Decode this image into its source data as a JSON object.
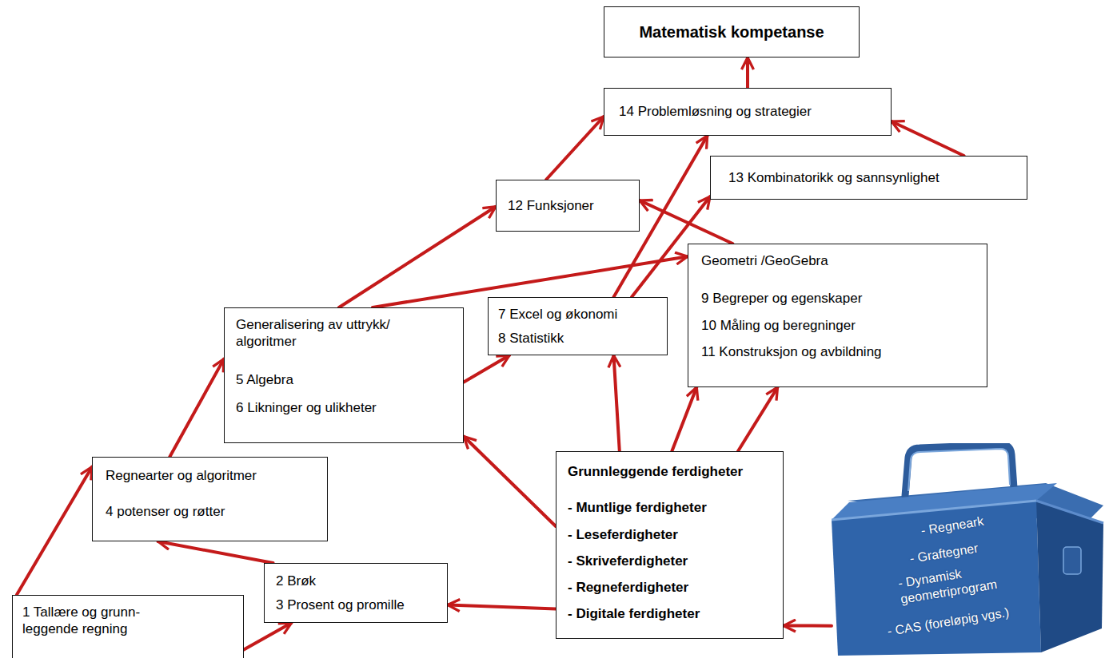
{
  "diagram": {
    "nodes": [
      {
        "text": [
          "Matematisk kompetanse"
        ]
      },
      {
        "text": [
          "14 Problemløsning og strategier"
        ]
      },
      {
        "text": [
          "13 Kombinatorikk og sannsynlighet"
        ]
      },
      {
        "text": [
          "12 Funksjoner"
        ]
      },
      {
        "text": [
          "Geometri /GeoGebra",
          "9 Begreper og egenskaper",
          "10 Måling og beregninger",
          "11 Konstruksjon og avbildning"
        ]
      },
      {
        "text": [
          "Generalisering av uttrykk/ algoritmer",
          "5 Algebra",
          "6 Likninger og ulikheter"
        ]
      },
      {
        "text": [
          "7 Excel og økonomi",
          "8 Statistikk"
        ]
      },
      {
        "text": [
          "Regnearter og algoritmer",
          "4 potenser og røtter"
        ]
      },
      {
        "text": [
          "Grunnleggende ferdigheter",
          "- Muntlige ferdigheter",
          "- Leseferdigheter",
          "- Skriveferdigheter",
          "- Regneferdigheter",
          "- Digitale ferdigheter"
        ]
      },
      {
        "text": [
          "2 Brøk",
          "3 Prosent og promille"
        ]
      },
      {
        "text": [
          "1 Tallære og grunn- leggende regning"
        ]
      },
      {
        "text": [
          "- Regneark",
          "- Graftegner",
          "- Dynamisk geometriprogram",
          "- CAS (foreløpig vgs.)"
        ]
      }
    ],
    "edges": [
      {
        "from": 10,
        "to": 7,
        "arrow": "to"
      },
      {
        "from": 10,
        "to": 9,
        "arrow": "to"
      },
      {
        "from": 9,
        "to": 7,
        "arrow": "to"
      },
      {
        "from": 7,
        "to": 5,
        "arrow": "to"
      },
      {
        "from": 5,
        "to": 3,
        "arrow": "to"
      },
      {
        "from": 5,
        "to": 4,
        "arrow": "to"
      },
      {
        "from": 5,
        "to": 6,
        "arrow": "to"
      },
      {
        "from": 6,
        "to": 1,
        "arrow": "to"
      },
      {
        "from": 6,
        "to": 2,
        "arrow": "to"
      },
      {
        "from": 4,
        "to": 3,
        "arrow": "to"
      },
      {
        "from": 3,
        "to": 1,
        "arrow": "to"
      },
      {
        "from": 2,
        "to": 1,
        "arrow": "to"
      },
      {
        "from": 1,
        "to": 0,
        "arrow": "to"
      },
      {
        "from": 8,
        "to": 5,
        "arrow": "to"
      },
      {
        "from": 8,
        "to": 6,
        "arrow": "to"
      },
      {
        "from": 8,
        "to": 4,
        "arrow": "to"
      },
      {
        "from": 8,
        "to": 4,
        "arrow": "to"
      },
      {
        "from": 8,
        "to": 9,
        "arrow": "to"
      },
      {
        "from": 11,
        "to": 8,
        "arrow": "to"
      }
    ]
  }
}
